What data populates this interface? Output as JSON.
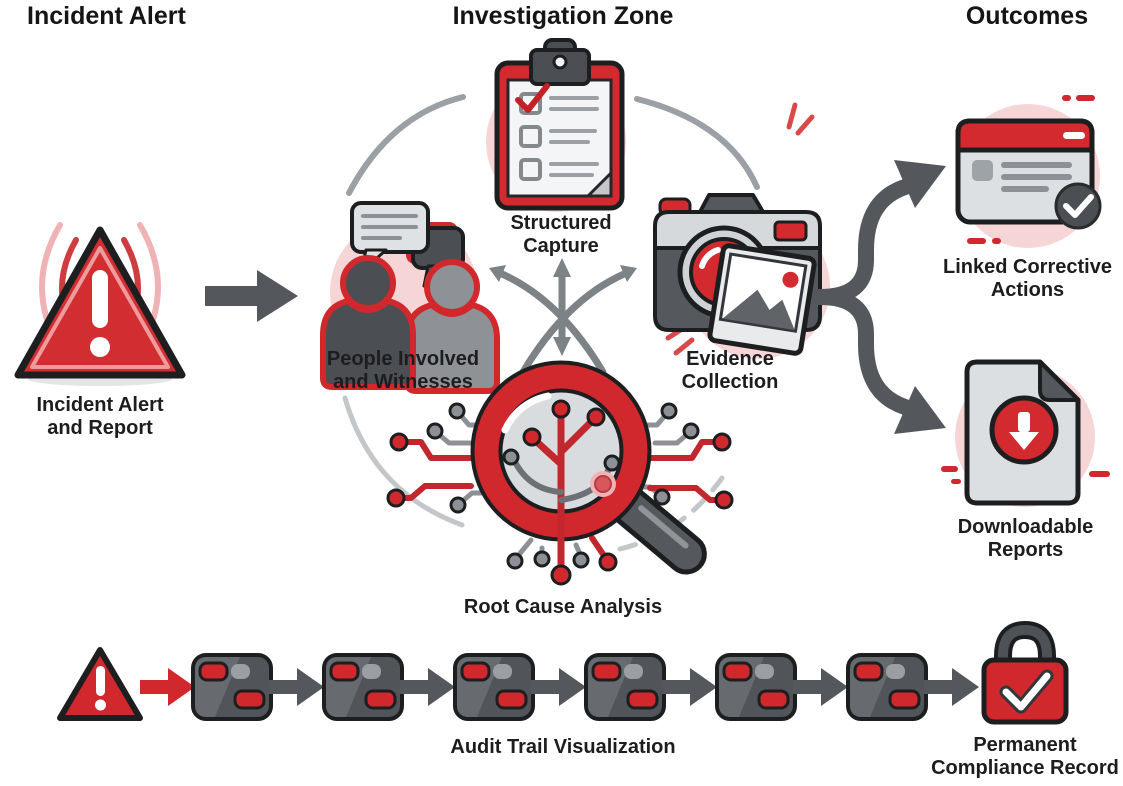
{
  "headers": {
    "incident_alert": "Incident Alert",
    "investigation_zone": "Investigation Zone",
    "outcomes": "Outcomes"
  },
  "labels": {
    "incident_report": "Incident Alert and Report",
    "structured_capture": "Structured Capture",
    "people_involved": "People Involved and Witnesses",
    "evidence_collection": "Evidence Collection",
    "root_cause": "Root Cause Analysis",
    "corrective_actions": "Linked Corrective Actions",
    "downloadable_reports": "Downloadable Reports",
    "audit_trail": "Audit Trail Visualization",
    "compliance_record": "Permanent Compliance Record"
  },
  "audit_trail": {
    "steps": 6
  },
  "icons": [
    "alert-triangle-icon",
    "people-icon",
    "checklist-clipboard-icon",
    "camera-icon",
    "root-cause-magnifier-icon",
    "corrective-action-card-icon",
    "download-report-icon",
    "audit-record-icon",
    "compliance-lock-icon"
  ],
  "colors": {
    "red": "#d0282c",
    "dark_red": "#b01e23",
    "pink_halo": "#f6d5d6",
    "pale_pink": "#f0b3b5",
    "dark_gray": "#515559",
    "outline": "#1d1e20",
    "mid_gray": "#8d9196",
    "arc_gray": "#9aa0a5",
    "light_gray": "#d9dcdf",
    "paper": "#f4f5f6",
    "text": "#1d1d1f"
  }
}
